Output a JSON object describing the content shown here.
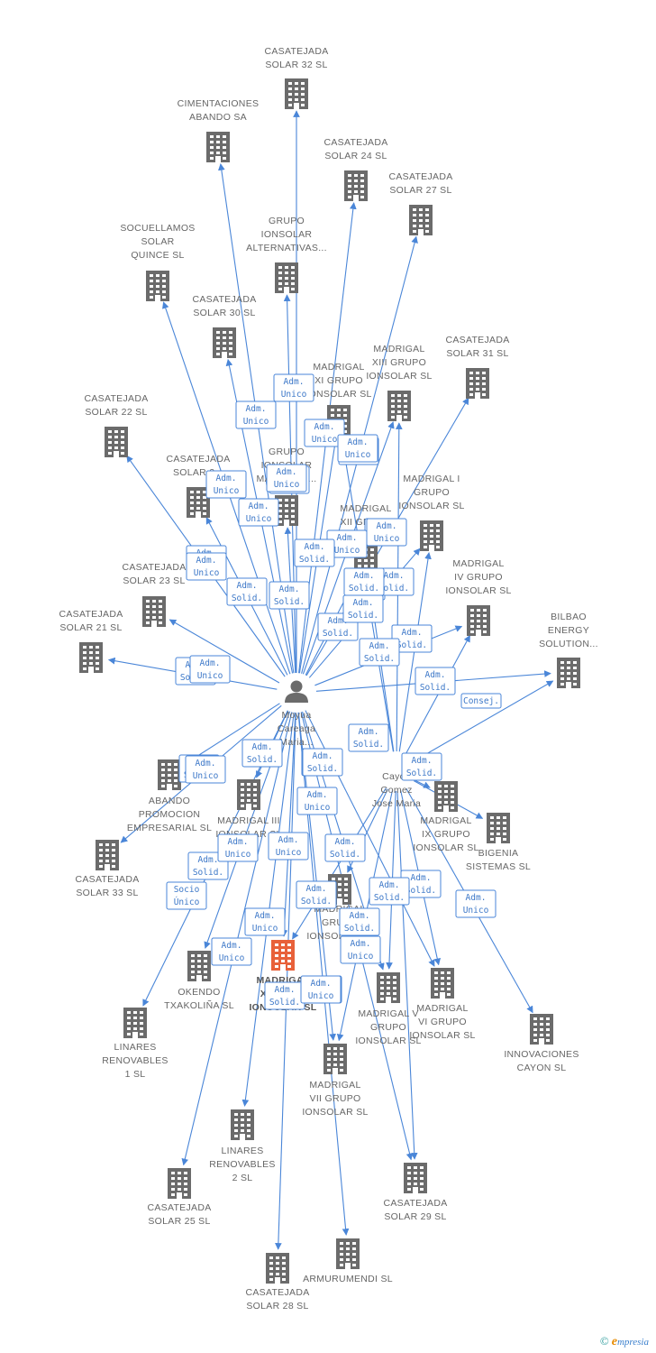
{
  "center_person": {
    "lines": [
      "Moyua",
      "Careaga",
      "Maria..."
    ]
  },
  "second_person": {
    "lines": [
      "Cayon",
      "Gomez",
      "Jose Maria"
    ]
  },
  "companies": [
    {
      "id": "c32",
      "lines": [
        "CASATEJADA",
        "SOLAR 32 SL"
      ]
    },
    {
      "id": "cim",
      "lines": [
        "CIMENTACIONES",
        "ABANDO SA"
      ]
    },
    {
      "id": "c24",
      "lines": [
        "CASATEJADA",
        "SOLAR 24 SL"
      ]
    },
    {
      "id": "c27",
      "lines": [
        "CASATEJADA",
        "SOLAR 27 SL"
      ]
    },
    {
      "id": "soc",
      "lines": [
        "SOCUELLAMOS",
        "SOLAR",
        "QUINCE SL"
      ]
    },
    {
      "id": "gia",
      "lines": [
        "GRUPO",
        "IONSOLAR",
        "ALTERNATIVAS..."
      ]
    },
    {
      "id": "c30",
      "lines": [
        "CASATEJADA",
        "SOLAR 30 SL"
      ]
    },
    {
      "id": "mxiii",
      "lines": [
        "MADRIGAL",
        "XIII GRUPO",
        "IONSOLAR SL"
      ]
    },
    {
      "id": "c31",
      "lines": [
        "CASATEJADA",
        "SOLAR 31 SL"
      ]
    },
    {
      "id": "mxi",
      "lines": [
        "MADRIGAL",
        "XI GRUPO",
        "IONSOLAR SL"
      ]
    },
    {
      "id": "c22",
      "lines": [
        "CASATEJADA",
        "SOLAR 22 SL"
      ]
    },
    {
      "id": "c2x",
      "lines": [
        "CASATEJADA",
        "SOLAR 2..."
      ]
    },
    {
      "id": "gim",
      "lines": [
        "GRUPO",
        "IONSOLAR",
        "MADRIGAL..."
      ]
    },
    {
      "id": "mi",
      "lines": [
        "MADRIGAL I",
        "GRUPO",
        "IONSOLAR SL"
      ]
    },
    {
      "id": "mxii",
      "lines": [
        "MADRIGAL",
        "XII GRUPO",
        "IONSOLAR SL"
      ]
    },
    {
      "id": "c23",
      "lines": [
        "CASATEJADA",
        "SOLAR 23 SL"
      ]
    },
    {
      "id": "miv",
      "lines": [
        "MADRIGAL",
        "IV GRUPO",
        "IONSOLAR SL"
      ]
    },
    {
      "id": "c21",
      "lines": [
        "CASATEJADA",
        "SOLAR 21 SL"
      ]
    },
    {
      "id": "bil",
      "lines": [
        "BILBAO",
        "ENERGY",
        "SOLUTION..."
      ]
    },
    {
      "id": "aba",
      "lines": [
        "ABANDO",
        "PROMOCION",
        "EMPRESARIAL SL"
      ]
    },
    {
      "id": "miii",
      "lines": [
        "MADRIGAL III",
        "IONSOLAR SL"
      ]
    },
    {
      "id": "mix",
      "lines": [
        "MADRIGAL",
        "IX GRUPO",
        "IONSOLAR SL"
      ]
    },
    {
      "id": "big",
      "lines": [
        "BIGENIA",
        "SISTEMAS SL"
      ]
    },
    {
      "id": "c33",
      "lines": [
        "CASATEJADA",
        "SOLAR 33 SL"
      ]
    },
    {
      "id": "grx",
      "lines": [
        "MADRIGAL",
        "GRUPO",
        "IONSOLAR SL"
      ]
    },
    {
      "id": "mxmain",
      "lines": [
        "MADRIGAL",
        "X GRUPO",
        "IONSOLAR SL"
      ]
    },
    {
      "id": "oke",
      "lines": [
        "OKENDO",
        "TXAKOLIÑA SL"
      ]
    },
    {
      "id": "mv",
      "lines": [
        "MADRIGAL V",
        "GRUPO",
        "IONSOLAR SL"
      ]
    },
    {
      "id": "mvi",
      "lines": [
        "MADRIGAL",
        "VI GRUPO",
        "IONSOLAR SL"
      ]
    },
    {
      "id": "lin1",
      "lines": [
        "LINARES",
        "RENOVABLES",
        "1 SL"
      ]
    },
    {
      "id": "mvii",
      "lines": [
        "MADRIGAL",
        "VII GRUPO",
        "IONSOLAR SL"
      ]
    },
    {
      "id": "inn",
      "lines": [
        "INNOVACIONES",
        "CAYON SL"
      ]
    },
    {
      "id": "lin2",
      "lines": [
        "LINARES",
        "RENOVABLES",
        "2 SL"
      ]
    },
    {
      "id": "c25",
      "lines": [
        "CASATEJADA",
        "SOLAR 25 SL"
      ]
    },
    {
      "id": "c29",
      "lines": [
        "CASATEJADA",
        "SOLAR 29 SL"
      ]
    },
    {
      "id": "arm",
      "lines": [
        "ARMURUMENDI SL"
      ]
    },
    {
      "id": "c28",
      "lines": [
        "CASATEJADA",
        "SOLAR 28 SL"
      ]
    }
  ],
  "edge_labels": [
    [
      "Adm.",
      "Unico"
    ],
    [
      "Adm.",
      "Unico"
    ],
    [
      "Adm.",
      "Unico"
    ],
    [
      "Adm.",
      "Unico"
    ],
    [
      "Adm.",
      "Unico"
    ],
    [
      "Adm.",
      "Unico"
    ],
    [
      "Adm.",
      "Unico"
    ],
    [
      "Adm.",
      "Unico"
    ],
    [
      "Adm.",
      "Unico"
    ],
    [
      "Adm.",
      "Unico"
    ],
    [
      "Adm.",
      "Unico"
    ],
    [
      "Adm.",
      "Unico"
    ],
    [
      "Adm.",
      "Solid."
    ],
    [
      "Adm.",
      "Solid."
    ],
    [
      "Adm.",
      "Solid."
    ],
    [
      "Adm.",
      "Solid."
    ],
    [
      "Adm.",
      "Solid."
    ],
    [
      "Adm.",
      "Solid."
    ],
    [
      "Adm.",
      "Solid."
    ],
    [
      "Adm.",
      "Solid."
    ],
    [
      "Adm.",
      "Solid."
    ],
    [
      "Adm.",
      "Solid."
    ],
    [
      "Adm.",
      "Solid."
    ],
    [
      "Consej."
    ],
    [
      "Adm.",
      "Unico"
    ],
    [
      "Adm.",
      "Unico"
    ],
    [
      "Adm.",
      "Solid."
    ],
    [
      "Adm.",
      "Solid."
    ],
    [
      "Adm.",
      "Solid."
    ],
    [
      "Adm.",
      "Unico"
    ],
    [
      "Adm.",
      "Solid."
    ],
    [
      "Adm.",
      "Solid."
    ],
    [
      "Adm.",
      "Solid."
    ],
    [
      "Adm.",
      "Unico"
    ],
    [
      "Adm.",
      "Unico"
    ],
    [
      "Adm.",
      "Unico"
    ],
    [
      "Socio",
      "Único"
    ],
    [
      "Adm.",
      "Solid."
    ],
    [
      "Adm.",
      "Solid."
    ],
    [
      "Adm.",
      "Solid."
    ],
    [
      "Adm.",
      "Solid."
    ],
    [
      "Adm.",
      "Solid."
    ],
    [
      "Adm.",
      "Solid."
    ],
    [
      "Adm.",
      "Unico"
    ],
    [
      "Adm.",
      "Unico"
    ],
    [
      "Adm.",
      "Unico"
    ],
    [
      "Adm.",
      "Unico"
    ],
    [
      "Adm.",
      "Unico"
    ],
    [
      "Adm.",
      "Solid."
    ],
    [
      "Adm.",
      "Solid."
    ],
    [
      "Adm.",
      "Solid."
    ],
    [
      "Adm.",
      "Solid."
    ],
    [
      "Adm.",
      "Solid."
    ],
    [
      "Adm.",
      "Unico"
    ],
    [
      "Adm.",
      "Unico"
    ]
  ],
  "footer": {
    "copyright": "©",
    "brand_initial": "e",
    "brand_rest": "mpresia"
  },
  "colors": {
    "edge": "#4a86d8",
    "building": "#6b6b6b",
    "highlight": "#e8613a"
  }
}
